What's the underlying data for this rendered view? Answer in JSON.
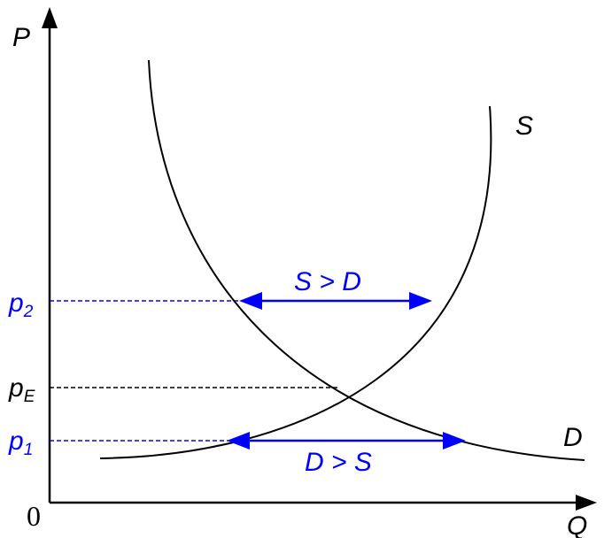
{
  "axes": {
    "y_label": "P",
    "x_label": "Q",
    "origin_label": "0"
  },
  "curves": {
    "supply_label": "S",
    "demand_label": "D"
  },
  "prices": {
    "p2": {
      "base": "p",
      "sub": "2"
    },
    "pE": {
      "base": "p",
      "sub": "E"
    },
    "p1": {
      "base": "p",
      "sub": "1"
    }
  },
  "annotations": {
    "surplus": "S > D",
    "shortage": "D > S"
  },
  "colors": {
    "axis": "#000000",
    "curve": "#000000",
    "highlight": "#0000ff",
    "equilibrium_guide": "#000000"
  }
}
